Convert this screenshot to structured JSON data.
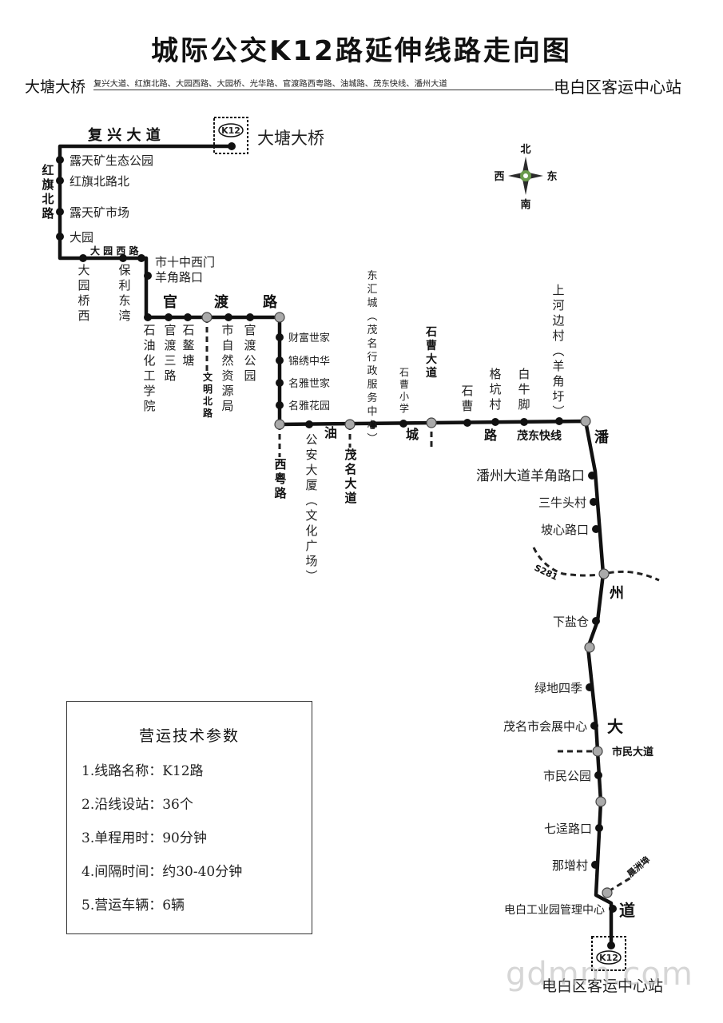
{
  "title": "城际公交K12路延伸线路走向图",
  "header": {
    "start": "大塘大桥",
    "via": "复兴大道、红旗北路、大园西路、大园桥、光华路、官渡路西粤路、油城路、茂东快线、潘州大道",
    "end": "电白区客运中心站"
  },
  "terminals": {
    "start_name": "大塘大桥",
    "end_name": "电白区客运中心站",
    "badge": "K12"
  },
  "compass": {
    "north": "北",
    "south": "南",
    "west": "西",
    "east": "东"
  },
  "roads": {
    "fuxing": "复 兴 大 道",
    "hongqi": "红旗北路",
    "dayuan": "大 园 西 路",
    "guan": "官",
    "du": "渡",
    "lu": "路",
    "wenming": "文明北路",
    "xiyue": "西粤路",
    "you": "油",
    "mingming": "茂名大道",
    "cheng": "城",
    "shicao": "石曹大道",
    "lu2": "路",
    "maodong": "茂东快线",
    "pan": "潘",
    "zhou": "州",
    "da": "大",
    "dao": "道",
    "s281": "S281",
    "shimin": "市民大道",
    "shenghaiyan": "晨洲埠"
  },
  "stops": {
    "lutian_park": "露天矿生态公园",
    "hongqi_north": "红旗北路北",
    "lutian_market": "露天矿市场",
    "dayuan": "大园",
    "dayuan_bridge_west": "大园桥西",
    "baoli": "保利东湾",
    "shishi": "市十中西门",
    "yangjiao": "羊角路口",
    "shiyou": "石油化工学院",
    "guandu3": "官渡三路",
    "shiaotang": "石鳌塘",
    "ziran": "市自然资源局",
    "guandu_park": "官渡公园",
    "caifu": "财富世家",
    "jinxiu": "锦绣中华",
    "mingya_shijia": "名雅世家",
    "mingya_garden": "名雅花园",
    "gongan": "公安大厦（文化广场）",
    "donghui": "东汇城（茂名行政服务中心）",
    "shicao_school": "石曹小学",
    "shicao": "石曹",
    "gekeng": "格坑村",
    "bainiujiao": "白牛脚",
    "shanghe": "上河边村（羊角圩）",
    "panzhou_yangjiao": "潘州大道羊角路口",
    "santou": "三牛头村",
    "poxin": "坡心路口",
    "xiayancang": "下盐仓",
    "lvdi": "绿地四季",
    "huizhan": "茂名市会展中心",
    "shimin_park": "市民公园",
    "qijing": "七迳路口",
    "nazeng": "那增村",
    "dianbai_industrial": "电白工业园管理中心"
  },
  "info": {
    "title": "营运技术参数",
    "items": [
      "1.线路名称：K12路",
      "2.沿线设站：36个",
      "3.单程用时：90分钟",
      "4.间隔时间：约30-40分钟",
      "5.营运车辆：6辆"
    ]
  },
  "watermark": "gdmm.com",
  "colors": {
    "route": "#111111",
    "stop": "#111111",
    "hub_stop": "#aaaaaa",
    "dashed_road": "#222222"
  }
}
